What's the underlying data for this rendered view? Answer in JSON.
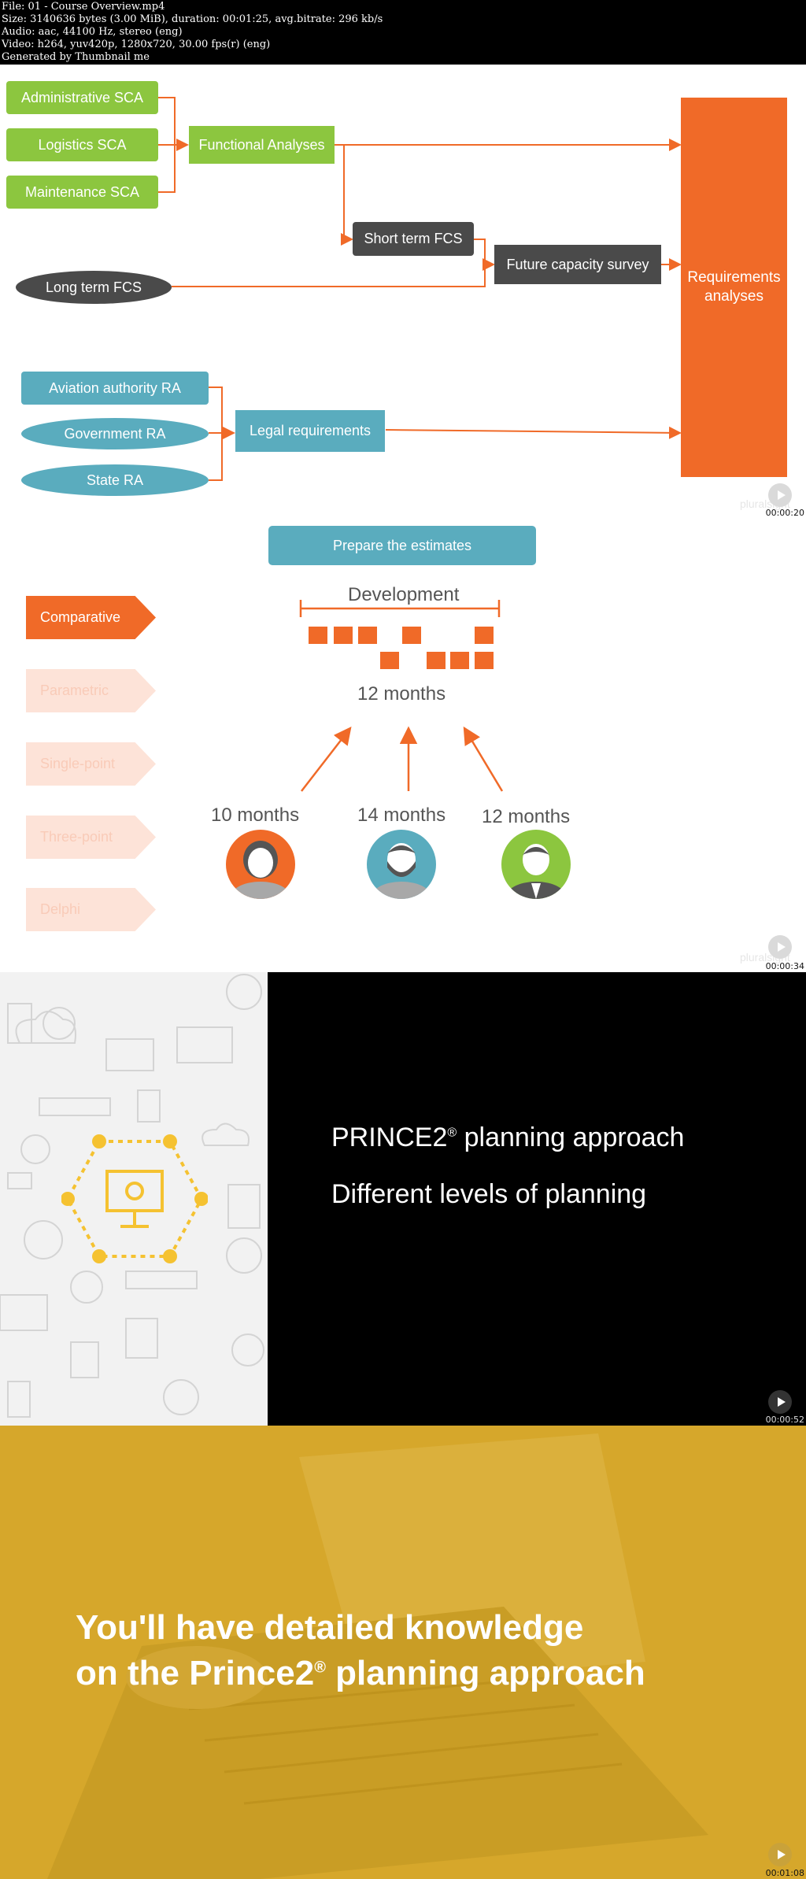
{
  "header": {
    "file": "File: 01 - Course Overview.mp4",
    "size": "Size: 3140636 bytes (3.00 MiB), duration: 00:01:25, avg.bitrate: 296 kb/s",
    "audio": "Audio: aac, 44100 Hz, stereo (eng)",
    "video": "Video: h264, yuv420p, 1280x720, 30.00 fps(r) (eng)",
    "generated": "Generated by Thumbnail me"
  },
  "diagram": {
    "sca": [
      "Administrative SCA",
      "Logistics SCA",
      "Maintenance SCA"
    ],
    "functional": "Functional Analyses",
    "short_term": "Short term FCS",
    "long_term": "Long term FCS",
    "future": "Future capacity survey",
    "requirements": "Requirements analyses",
    "ra": [
      "Aviation authority RA",
      "Government RA",
      "State RA"
    ],
    "legal": "Legal requirements",
    "timestamp": "00:00:20",
    "watermark": "pluralsight"
  },
  "estimates": {
    "prepare": "Prepare the estimates",
    "methods": [
      {
        "label": "Comparative",
        "active": true
      },
      {
        "label": "Parametric",
        "active": false
      },
      {
        "label": "Single-point",
        "active": false
      },
      {
        "label": "Three-point",
        "active": false
      },
      {
        "label": "Delphi",
        "active": false
      }
    ],
    "development": "Development",
    "result": "12 months",
    "people": [
      "10 months",
      "14 months",
      "12 months"
    ],
    "timestamp": "00:00:34",
    "watermark": "pluralsight"
  },
  "overview": {
    "line1": "PRINCE2",
    "line1_rest": " planning approach",
    "reg": "®",
    "line2": "Different levels of planning",
    "timestamp": "00:00:52"
  },
  "closing": {
    "line1": "You'll have detailed knowledge",
    "line2a": "on the Prince2",
    "reg": "®",
    "line2b": " planning approach",
    "timestamp": "00:01:08"
  },
  "colors": {
    "green": "#8cc63f",
    "orange": "#f06a28",
    "dark": "#4a4a4a",
    "teal": "#5aacbe",
    "yellow": "#f5c231",
    "gold": "#d6a72b"
  }
}
